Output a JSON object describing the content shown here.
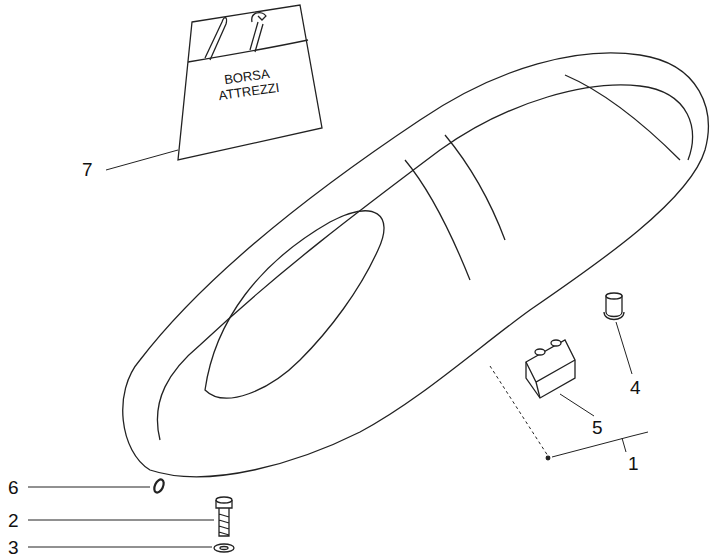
{
  "diagram": {
    "labels": [
      "BORSA ATTREZZI",
      "7",
      "6",
      "2",
      "3",
      "4",
      "5",
      "1"
    ]
  }
}
